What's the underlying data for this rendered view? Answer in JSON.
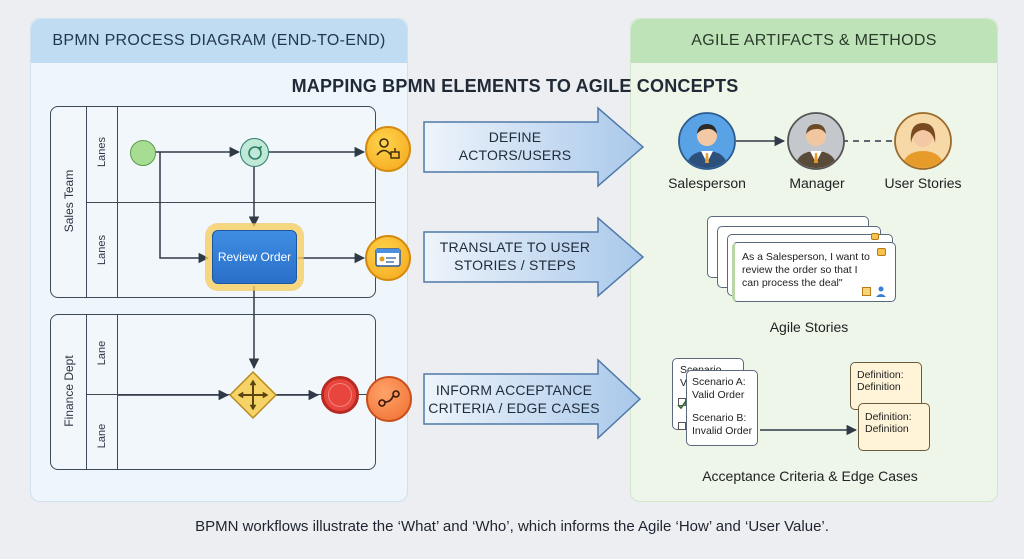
{
  "left_panel": {
    "header": "BPMN PROCESS DIAGRAM (END-TO-END)"
  },
  "right_panel": {
    "header": "AGILE ARTIFACTS & METHODS"
  },
  "title": "MAPPING BPMN ELEMENTS TO AGILE CONCEPTS",
  "pools": {
    "sales": {
      "label": "Sales Team",
      "lanes": [
        "Lanes",
        "Lanes"
      ]
    },
    "finance": {
      "label": "Finance Dept",
      "lanes": [
        "Lane",
        "Lane"
      ]
    }
  },
  "task": {
    "label": "Review Order"
  },
  "mappings": [
    {
      "line1": "DEFINE",
      "line2": "ACTORS/USERS"
    },
    {
      "line1": "TRANSLATE TO USER",
      "line2": "STORIES / STEPS"
    },
    {
      "line1": "INFORM ACCEPTANCE",
      "line2": "CRITERIA / EDGE CASES"
    }
  ],
  "actors": [
    {
      "label": "Salesperson"
    },
    {
      "label": "Manager"
    },
    {
      "label": "User Stories"
    }
  ],
  "story": {
    "text": "As a Salesperson, I want to review the order so that I can process the deal\"",
    "caption": "Agile Stories"
  },
  "acceptance": {
    "scenario_a_title": "Scenario A:",
    "scenario_a_desc": "Valid Order",
    "scenario_b_title": "Scenario B:",
    "scenario_b_desc": "Invalid Order",
    "back_card_1": "Scenario",
    "back_card_2": "V",
    "dod1_title": "Definition:",
    "dod1_desc": "Definition",
    "dod2_title": "Definition:",
    "dod2_desc": "Definition",
    "caption": "Acceptance Criteria & Edge Cases"
  },
  "footer": "BPMN workflows illustrate the ‘What’ and ‘Who’, which informs the Agile ‘How’ and ‘User Value’.",
  "colors": {
    "accent_blue": "#2a6fc9",
    "event_green": "#9ed98a",
    "icon_orange": "#f7a23c",
    "end_red": "#e8453c",
    "gateway_yellow": "#f3cf5a"
  }
}
